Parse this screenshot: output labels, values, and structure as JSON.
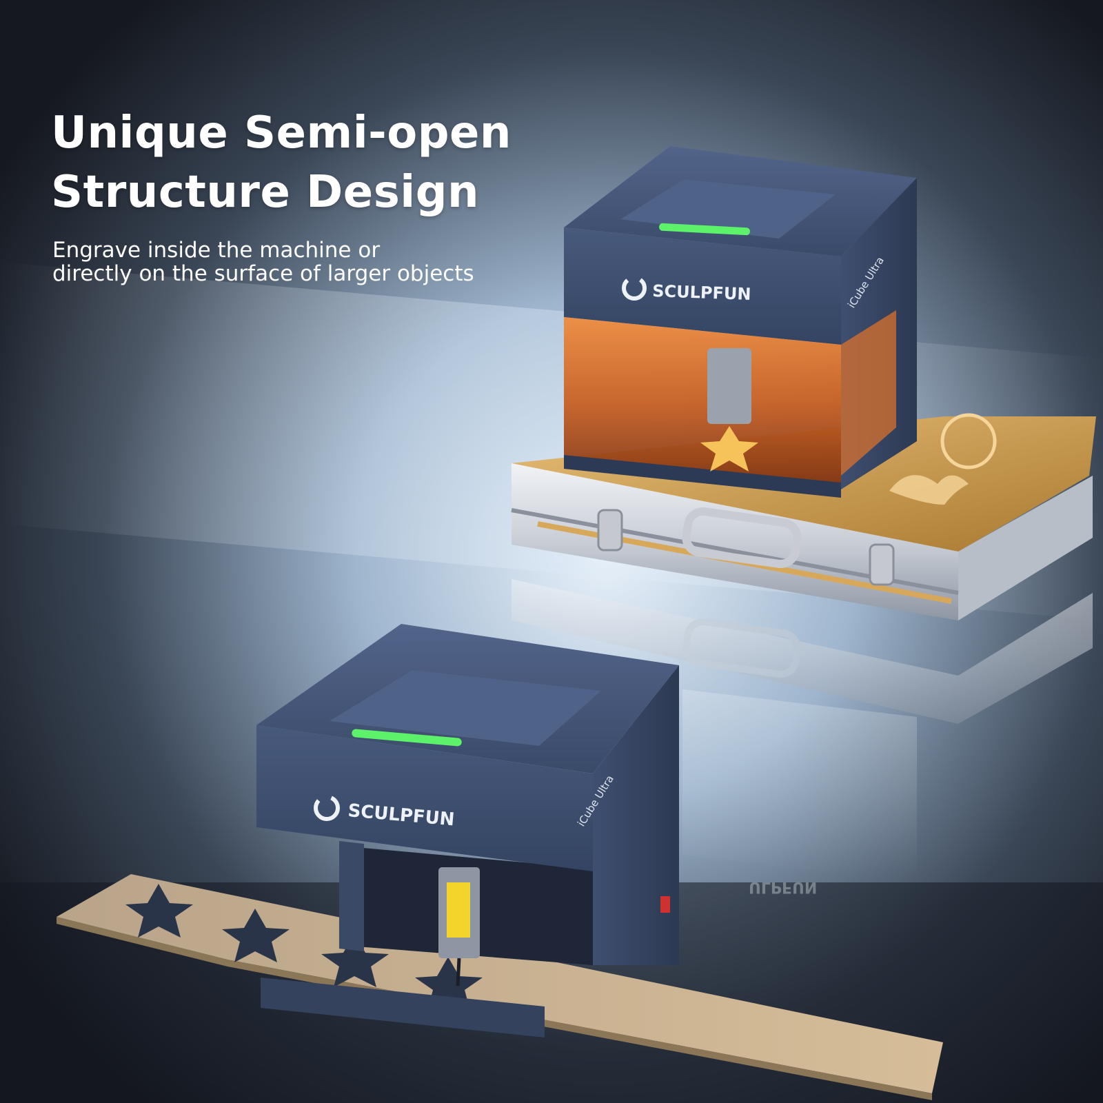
{
  "headline": {
    "line1": "Unique Semi-open",
    "line2": "Structure Design"
  },
  "subtitle": {
    "line1": "Engrave inside the machine or",
    "line2": "directly on the surface of larger objects"
  },
  "product": {
    "brand": "SCULPFUN",
    "model": "iCube Ultra",
    "mirrored_brand": "ULPFUN"
  },
  "colors": {
    "background": "#1b1f27",
    "machine_body": "#3c4d6b",
    "status_light": "#5cf26a",
    "enclosure_orange": "#e0782f",
    "case_gold": "#c99a4e",
    "text": "#ffffff"
  },
  "icons": {
    "brand_logo": "swirl-logo-icon",
    "laser_light": "status-light-bar"
  }
}
